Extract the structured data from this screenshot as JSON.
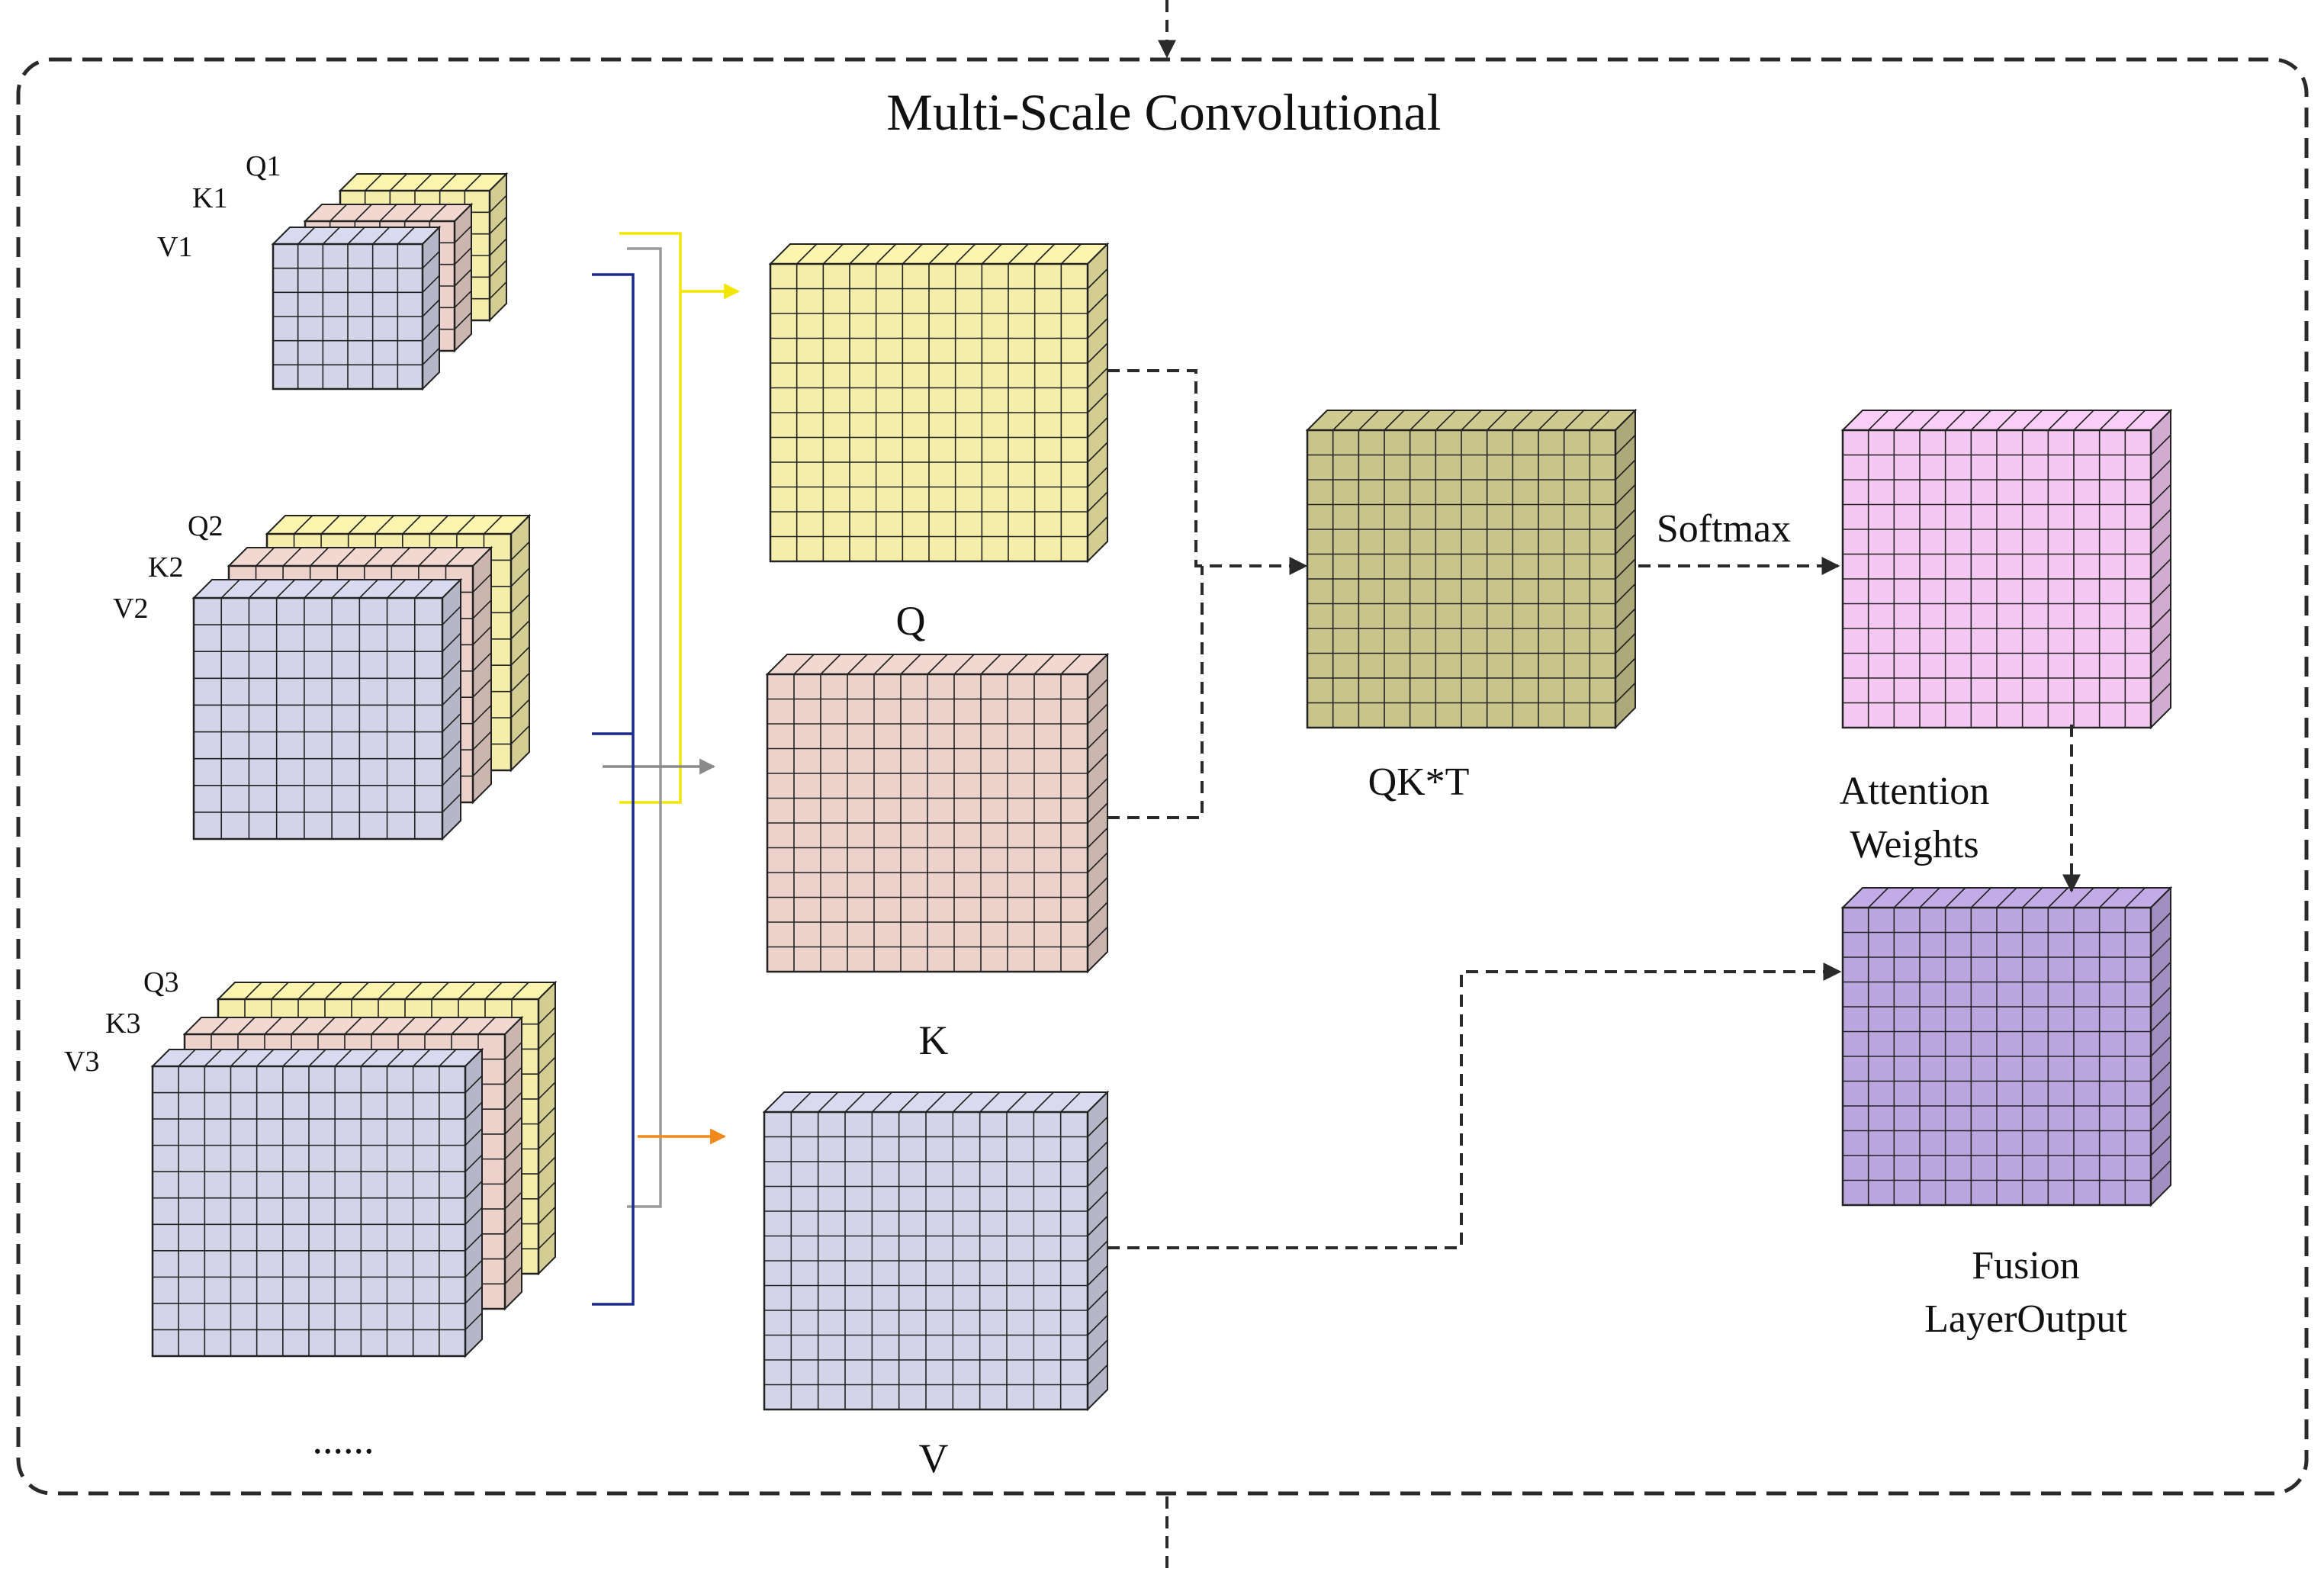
{
  "title": "Multi-Scale Convolutional",
  "labels": {
    "q1": "Q1",
    "k1": "K1",
    "v1": "V1",
    "q2": "Q2",
    "k2": "K2",
    "v2": "V2",
    "q3": "Q3",
    "k3": "K3",
    "v3": "V3",
    "ellipsis": "......",
    "q": "Q",
    "k": "K",
    "v": "V",
    "qkt": "QK*T",
    "softmax": "Softmax",
    "attention_line1": "Attention",
    "attention_line2": "Weights",
    "fusion_line1": "Fusion",
    "fusion_line2": "LayerOutput"
  },
  "colors": {
    "query": "#f5eeaa",
    "key": "#ecd2cb",
    "value": "#d3d4e8",
    "qk": "#c9c48c",
    "attention": "#f4c8f2",
    "fusion": "#bca6e0",
    "connector_query": "#f2e600",
    "connector_key": "#9a9a9a",
    "connector_value": "#1a2a8c",
    "arrow_value": "#f08a1a",
    "grid_line": "#222222",
    "dashed_line": "#2a2a2a"
  }
}
